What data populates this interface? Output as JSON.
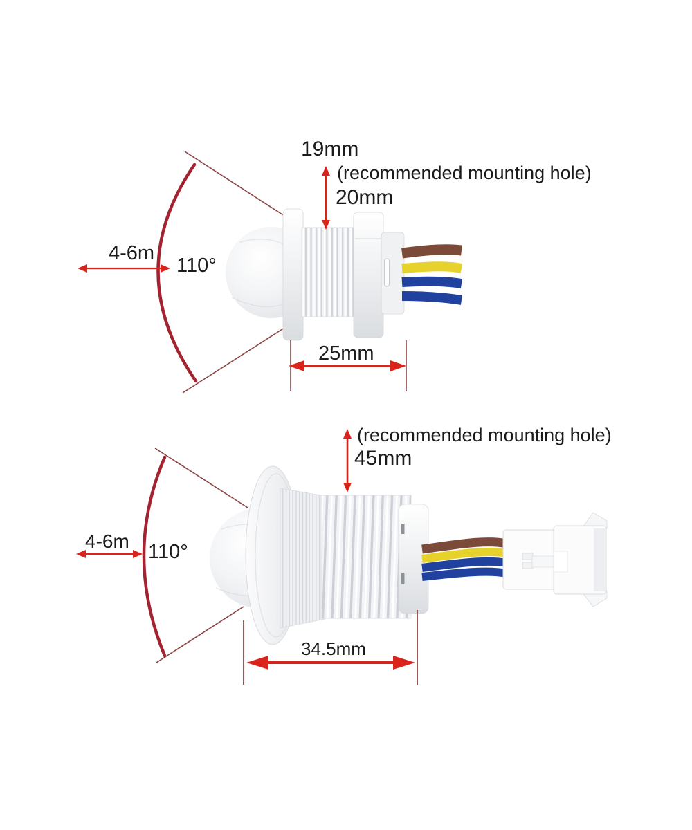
{
  "colors": {
    "arrow_red": "#d9231b",
    "dim_line": "#8a4444",
    "arc_red": "#a32430",
    "text": "#1b1b1b",
    "wire_brown": "#7b4a38",
    "wire_yellow": "#e6d22b",
    "wire_blue": "#20419e",
    "body_white": "#f2f3f5"
  },
  "top_diagram": {
    "labels": {
      "hole_height": "19mm",
      "mount_note": "(recommended mounting hole)",
      "hole_depth": "20mm",
      "detection_range": "4-6m",
      "detection_angle": "110°",
      "body_width": "25mm"
    }
  },
  "bottom_diagram": {
    "labels": {
      "mount_note": "(recommended mounting hole)",
      "hole_height": "45mm",
      "detection_range": "4-6m",
      "detection_angle": "110°",
      "body_width": "34.5mm"
    }
  }
}
